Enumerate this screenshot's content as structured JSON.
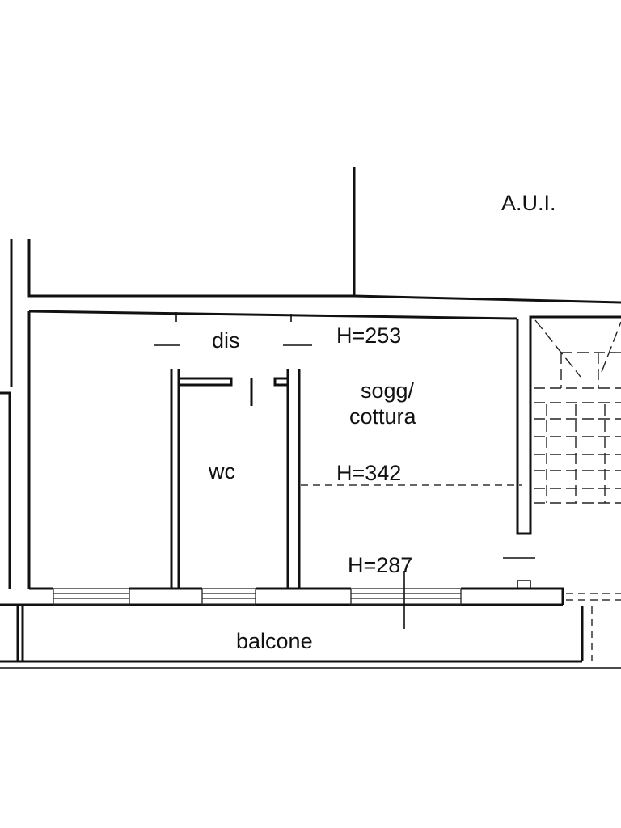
{
  "labels": {
    "aui": "A.U.I.",
    "dis": "dis",
    "h1": "H=253",
    "sogg_line1": "sogg/",
    "sogg_line2": "cottura",
    "wc": "wc",
    "h2": "H=342",
    "h3": "H=287",
    "balcone": "balcone"
  },
  "colors": {
    "ink": "#111111",
    "background": "#ffffff"
  }
}
